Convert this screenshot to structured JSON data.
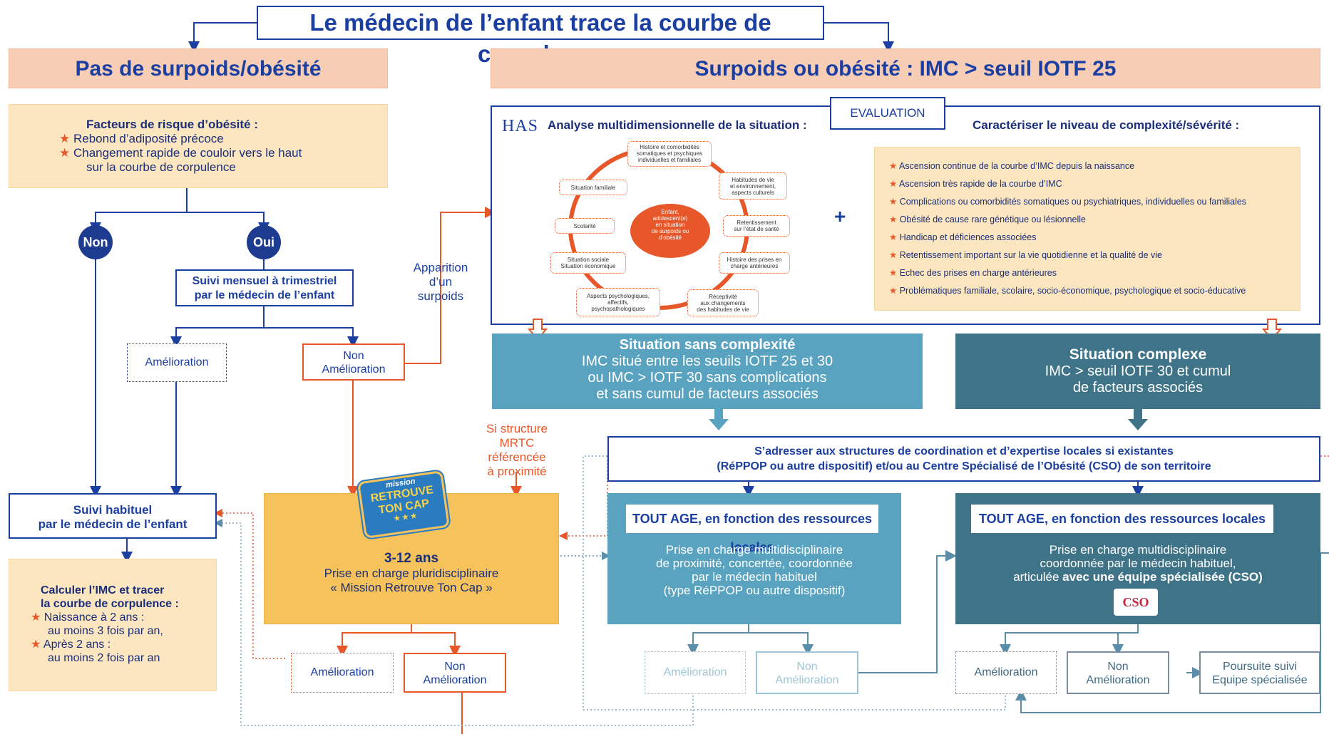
{
  "title": "Le médecin de l’enfant trace la courbe de corpulence",
  "left_header": "Pas de surpoids/obésité",
  "right_header": "Surpoids ou obésité : IMC > seuil IOTF 25",
  "risk": {
    "title": "Facteurs de risque d’obésité :",
    "items": [
      "Rebond d’adiposité précoce",
      "Changement rapide de couloir vers le haut",
      "sur la courbe de corpulence"
    ]
  },
  "non_label": "Non",
  "oui_label": "Oui",
  "suivi_mensuel": [
    "Suivi mensuel à trimestriel",
    "par le médecin de l’enfant"
  ],
  "amelioration": "Amélioration",
  "non_amelioration": [
    "Non",
    "Amélioration"
  ],
  "apparition": [
    "Apparition",
    "d’un",
    "surpoids"
  ],
  "suivi_habituel": [
    "Suivi habituel",
    "par le médecin de l’enfant"
  ],
  "calcul": {
    "title": [
      "Calculer l’IMC et tracer",
      "la courbe de corpulence :"
    ],
    "item1": [
      "Naissance à 2 ans :",
      "au moins 3 fois par an,"
    ],
    "item2": [
      "Après 2 ans :",
      "au moins 2 fois par an"
    ]
  },
  "evaluation_tab": "EVALUATION",
  "has_logo": "HAS",
  "analyse_title": "Analyse multidimensionnelle de la situation :",
  "wheel": {
    "center": [
      "Enfant,",
      "adolescent(e)",
      "en situation",
      "de surpoids ou",
      "d’obésité"
    ],
    "b1": [
      "Histoire et comorbidités",
      "somatiques et psychiques",
      "individuelles et familiales"
    ],
    "b2": [
      "Habitudes de vie",
      "et environnement,",
      "aspects culturels"
    ],
    "b3": [
      "Retentissement",
      "sur l’état de santé"
    ],
    "b4": [
      "Histoire des prises en",
      "charge antérieures"
    ],
    "b5": [
      "Réceptivité",
      "aux changements",
      "des habitudes de vie"
    ],
    "b6": [
      "Aspects psychologiques,",
      "affectifs,",
      "psychopathologiques"
    ],
    "b7": [
      "Situation sociale",
      "Situation économique"
    ],
    "b8": [
      "Scolarité"
    ],
    "b9": [
      "Situation familiale"
    ]
  },
  "plus": "+",
  "caract_title": "Caractériser le niveau de complexité/sévérité :",
  "criteria": [
    "Ascension continue de la courbe d’IMC depuis la naissance",
    "Ascension très rapide de la courbe d’IMC",
    "Complications ou comorbidités somatiques ou psychiatriques, individuelles ou familiales",
    "Obésité de cause rare génétique ou lésionnelle",
    "Handicap et déficiences associées",
    "Retentissement important sur la vie quotidienne et la qualité de vie",
    "Echec des prises en charge antérieures",
    "Problématiques familiale, scolaire, socio-économique, psychologique et socio-éducative"
  ],
  "sans_complexite": {
    "title": "Situation sans complexité",
    "lines": [
      "IMC situé entre les seuils IOTF 25 et 30",
      "ou IMC > IOTF 30 sans complications",
      "et sans cumul de facteurs associés"
    ]
  },
  "complexe": {
    "title": "Situation complexe",
    "lines": [
      "IMC > seuil IOTF 30 et cumul",
      "de facteurs associés"
    ]
  },
  "si_structure": [
    "Si structure",
    "MRTC",
    "référencée",
    "à proximité"
  ],
  "adresser": [
    "S’adresser aux structures de coordination et d’expertise locales si existantes",
    "(RéPPOP ou autre dispositif) et/ou au Centre Spécialisé de l’Obésité (CSO) de son territoire"
  ],
  "mission": {
    "badge": [
      "mission",
      "RETROUVE",
      "TON CAP"
    ],
    "age": "3-12 ans",
    "lines": [
      "Prise en charge  pluridisciplinaire",
      "« Mission Retrouve Ton Cap »"
    ]
  },
  "tout_age": "TOUT AGE, en fonction des ressources locales",
  "prox": [
    "Prise en charge multidisciplinaire",
    "de proximité,  concertée, coordonnée",
    "par le médecin habituel",
    "(type RéPPOP ou autre dispositif)"
  ],
  "spec": {
    "lines": [
      "Prise en charge multidisciplinaire",
      "coordonnée par le médecin habituel,"
    ],
    "last_prefix": "articulée ",
    "last_bold": "avec une équipe spécialisée (CSO)",
    "logo": "CSO"
  },
  "poursuite": [
    "Poursuite suivi",
    "Equipe spécialisée"
  ],
  "colors": {
    "navy": "#1b3fa0",
    "orange": "#e8572a",
    "salmon": "#f7cdb6",
    "beige": "#fbe6c0",
    "teal_light": "#5aa3c0",
    "teal_dark": "#3f7388",
    "mission_yellow": "#f5c25c"
  }
}
